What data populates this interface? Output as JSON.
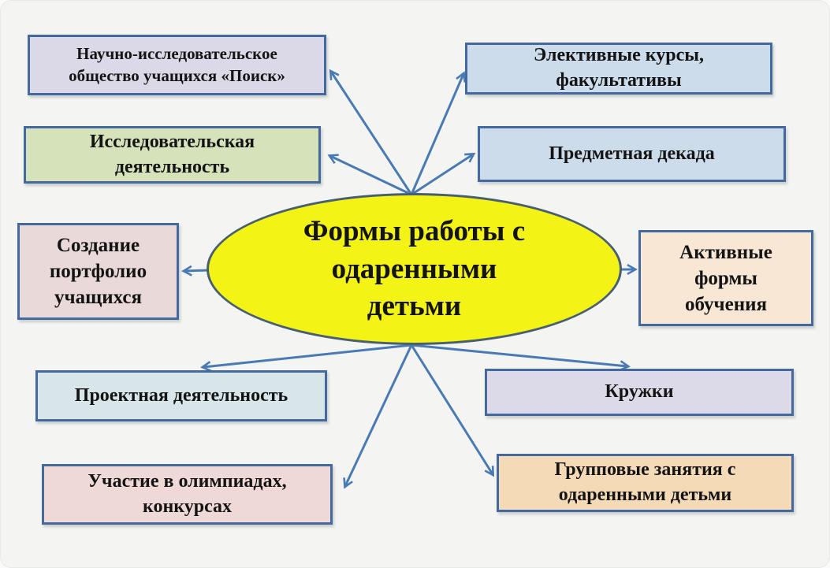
{
  "slide_title": "Формы работы с одаренными детьми",
  "center": {
    "id": "formy-raboty-s-odarennymi-detmi",
    "lines": [
      "Формы работы с",
      "одаренными",
      "детьми"
    ],
    "fill": "#f3f316",
    "border": "#485f72"
  },
  "nodes": [
    {
      "id": "nauchnoe-obshchestvo-poisk",
      "lines": [
        "Научно-исследовательское",
        "общество учащихся «Поиск»"
      ],
      "fill": "#dbd9e8"
    },
    {
      "id": "elektivnye-kursy",
      "lines": [
        "Элективные курсы,",
        "факультативы"
      ],
      "fill": "#cddcea"
    },
    {
      "id": "issledovatelskaya-deyatelnost",
      "lines": [
        "Исследовательская",
        "деятельность"
      ],
      "fill": "#d6e2ba"
    },
    {
      "id": "predmetnaya-dekada",
      "lines": [
        "Предметная декада"
      ],
      "fill": "#cddcea"
    },
    {
      "id": "sozdanie-portfolio",
      "lines": [
        "Создание",
        "портфолио",
        "учащихся"
      ],
      "fill": "#e9d9d9"
    },
    {
      "id": "aktivnye-formy-obucheniya",
      "lines": [
        "Активные",
        "формы",
        "обучения"
      ],
      "fill": "#f8e7d4"
    },
    {
      "id": "proektnaya-deyatelnost",
      "lines": [
        "Проектная деятельность"
      ],
      "fill": "#d8e6ea"
    },
    {
      "id": "kruzhki",
      "lines": [
        "Кружки"
      ],
      "fill": "#dcdae8"
    },
    {
      "id": "uchastie-v-olimpiadakh",
      "lines": [
        "Участие в олимпиадах,",
        "конкурсах"
      ],
      "fill": "#eed9d7"
    },
    {
      "id": "gruppovye-zanyatiya",
      "lines": [
        "Групповые занятия с",
        "одаренными детьми"
      ],
      "fill": "#f5dab8"
    }
  ],
  "edges": [
    {
      "from": "formy-raboty-s-odarennymi-detmi",
      "to": "nauchnoe-obshchestvo-poisk"
    },
    {
      "from": "formy-raboty-s-odarennymi-detmi",
      "to": "elektivnye-kursy"
    },
    {
      "from": "formy-raboty-s-odarennymi-detmi",
      "to": "issledovatelskaya-deyatelnost"
    },
    {
      "from": "formy-raboty-s-odarennymi-detmi",
      "to": "predmetnaya-dekada"
    },
    {
      "from": "formy-raboty-s-odarennymi-detmi",
      "to": "sozdanie-portfolio"
    },
    {
      "from": "formy-raboty-s-odarennymi-detmi",
      "to": "aktivnye-formy-obucheniya"
    },
    {
      "from": "formy-raboty-s-odarennymi-detmi",
      "to": "proektnaya-deyatelnost"
    },
    {
      "from": "formy-raboty-s-odarennymi-detmi",
      "to": "kruzhki"
    },
    {
      "from": "formy-raboty-s-odarennymi-detmi",
      "to": "uchastie-v-olimpiadakh"
    },
    {
      "from": "formy-raboty-s-odarennymi-detmi",
      "to": "gruppovye-zanyatiya"
    }
  ],
  "colors": {
    "arrow": "#4a7ab4",
    "box_border": "#44699f",
    "ellipse_border": "#485f72",
    "text": "#141414",
    "background": "#f4f5f2"
  }
}
